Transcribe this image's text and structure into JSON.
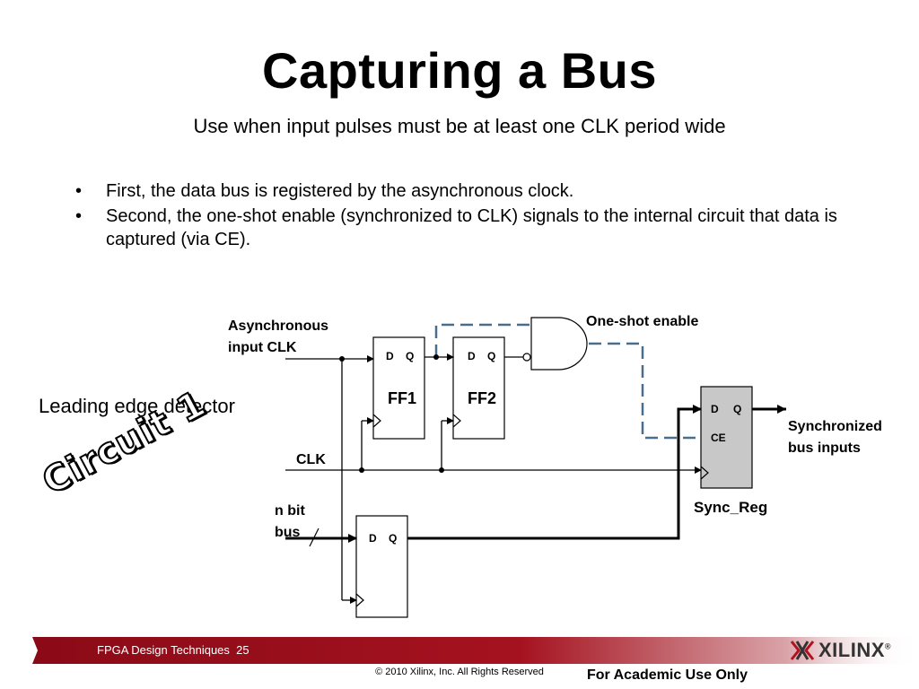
{
  "title": "Capturing a Bus",
  "subtitle": "Use when input pulses must be at least one CLK period wide",
  "bullets": [
    "First, the data bus is registered by the asynchronous clock.",
    "Second, the one-shot enable (synchronized to CLK) signals to the internal circuit that data is captured (via CE)."
  ],
  "side_label": "Leading edge detector",
  "circuit_label": "Circuit 1",
  "diagram": {
    "async_clk_line1": "Asynchronous",
    "async_clk_line2": "input CLK",
    "one_shot": "One-shot enable",
    "clk": "CLK",
    "bus_line1": "n bit",
    "bus_line2": "bus",
    "ff1": "FF1",
    "ff2": "FF2",
    "pin_d": "D",
    "pin_q": "Q",
    "pin_ce": "CE",
    "sync_reg": "Sync_Reg",
    "out_line1": "Synchronized",
    "out_line2": "bus inputs"
  },
  "footer": {
    "course": "FPGA Design Techniques",
    "page": "25",
    "copyright": "© 2010 Xilinx, Inc. All Rights Reserved",
    "academic": "For Academic Use Only",
    "logo": "XILINX",
    "logo_mark": "®"
  },
  "colors": {
    "footer_bar": "#8b0a17",
    "dashed_wire": "#4a6d8c",
    "sync_reg_fill": "#c8c8c8"
  }
}
